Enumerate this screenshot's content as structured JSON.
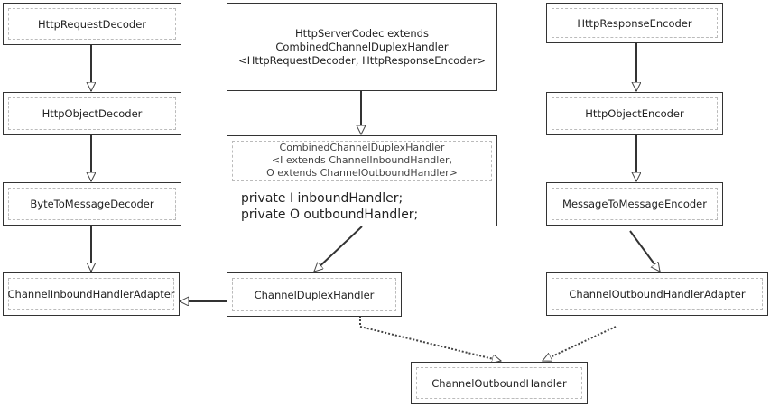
{
  "boxes": {
    "http_request_decoder": "HttpRequestDecoder",
    "http_object_decoder": "HttpObjectDecoder",
    "byte_to_message_decoder": "ByteToMessageDecoder",
    "channel_inbound_handler_adapter": "ChannelInboundHandlerAdapter",
    "http_server_codec": "HttpServerCodec extends\nCombinedChannelDuplexHandler\n<HttpRequestDecoder, HttpResponseEncoder>",
    "combined_header": "CombinedChannelDuplexHandler\n<I extends ChannelInboundHandler,\nO extends ChannelOutboundHandler>",
    "combined_fields": "private I inboundHandler;\nprivate O outboundHandler;",
    "channel_duplex_handler": "ChannelDuplexHandler",
    "http_response_encoder": "HttpResponseEncoder",
    "http_object_encoder": "HttpObjectEncoder",
    "message_to_message_encoder": "MessageToMessageEncoder",
    "channel_outbound_handler_adapter": "ChannelOutboundHandlerAdapter",
    "channel_outbound_handler": "ChannelOutboundHandler"
  }
}
